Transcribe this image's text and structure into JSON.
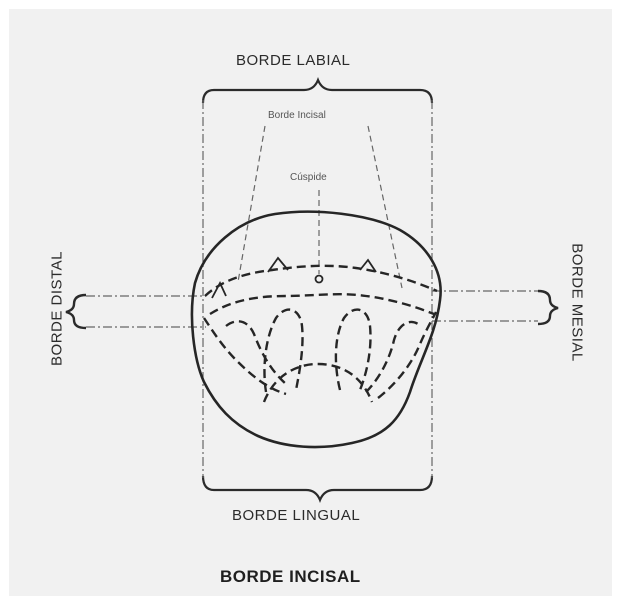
{
  "labels": {
    "labial": "BORDE LABIAL",
    "incisal_small": "Borde Incisal",
    "cuspide": "Cúspide",
    "distal": "BORDE DISTAL",
    "mesial": "BORDE MESIAL",
    "lingual": "BORDE LINGUAL",
    "title": "BORDE INCISAL"
  },
  "colors": {
    "background": "#f1f1f1",
    "ink": "#2b2b2b"
  }
}
